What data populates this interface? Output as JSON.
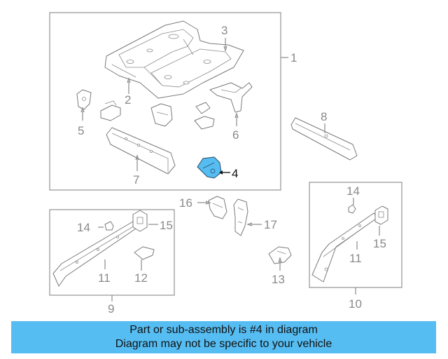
{
  "callouts": {
    "c1": "1",
    "c2": "2",
    "c3": "3",
    "c4": "4",
    "c5": "5",
    "c6": "6",
    "c7": "7",
    "c8": "8",
    "c9": "9",
    "c10": "10",
    "c11a": "11",
    "c11b": "11",
    "c12": "12",
    "c13": "13",
    "c14a": "14",
    "c14b": "14",
    "c15a": "15",
    "c15b": "15",
    "c16": "16",
    "c17": "17"
  },
  "highlight": {
    "part_number": "4",
    "color": "#56bdf2"
  },
  "banner": {
    "line1": "Part or sub-assembly is #4 in diagram",
    "line2": "Diagram may not be specific to your vehicle",
    "color": "#56bdf2"
  }
}
